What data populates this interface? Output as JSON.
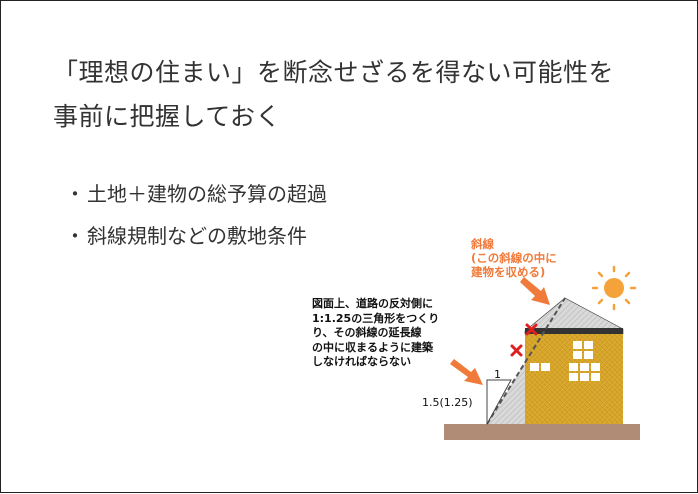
{
  "title_lines": [
    "「理想の住まい」を断念せざるを得ない可能性を",
    "事前に把握しておく"
  ],
  "bullets": [
    {
      "marker": "・",
      "text": "土地＋建物の総予算の超過"
    },
    {
      "marker": "・",
      "text": "斜線規制などの敷地条件"
    }
  ],
  "diagram": {
    "oblique_label": {
      "lines": [
        "斜線",
        "(この斜線の中に",
        "建物を収める)"
      ],
      "color": "#f07a3a"
    },
    "explanation_lines": [
      "図面上、道路の反対側に",
      "1:1.25の三角形をつくり",
      "り、その斜線の延長線",
      "の中に収まるように建築",
      "しなければならない"
    ],
    "height_label": "1",
    "ratio_label": "1.5(1.25)",
    "colors": {
      "house": "#d7a52a",
      "ground": "#b08c77",
      "arrow": "#f07a3a",
      "x_mark": "#e02020",
      "sun": "#f5a23a"
    },
    "icons": [
      "sun-icon",
      "x-mark-icon",
      "arrow-icon"
    ]
  }
}
